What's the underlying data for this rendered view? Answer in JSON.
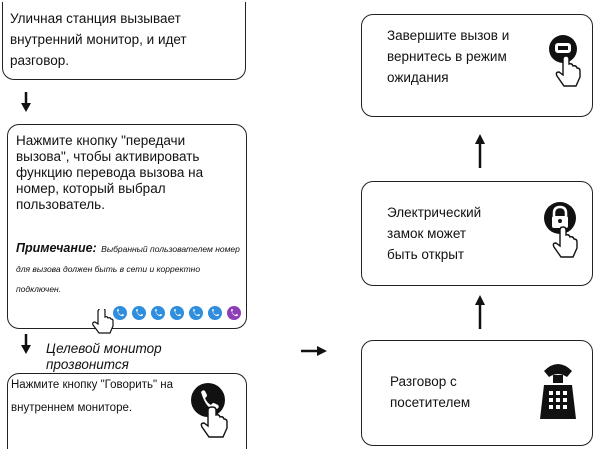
{
  "step1": {
    "text": "Уличная станция вызывает внутренний монитор, и идет разговор."
  },
  "step2": {
    "text": "Нажмите кнопку \"передачи вызова\", чтобы активировать функцию перевода вызова на номер, который выбрал пользователь.",
    "note_label": "Примечание:",
    "note_text": "Выбранный пользователем номер для вызова должен быть в сети и корректно подключен."
  },
  "between": {
    "text": "Целевой монитор прозвонится"
  },
  "step3": {
    "text1": "Нажмите кнопку \"Говорить\" на",
    "text2": "внутреннем мониторе."
  },
  "r1": {
    "text": "Завершите вызов и вернитесь в режим ожидания"
  },
  "r2": {
    "text": "Электрический замок может быть открыт"
  },
  "r3": {
    "text": "Разговор с посетителем"
  },
  "colors": {
    "handset_blue": "#2f8ede",
    "handset_purple": "#8e3fb8",
    "line": "#111111"
  },
  "icons": [
    "phone-hangup-icon",
    "lock-icon",
    "intercom-phone-icon",
    "call-transfer-icons",
    "hand-pointer-icon"
  ]
}
